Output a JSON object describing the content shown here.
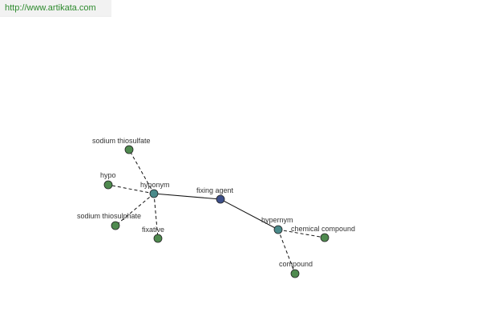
{
  "header": {
    "url": "http://www.artikata.com"
  },
  "colors": {
    "root_node": "#3d4f8a",
    "relation_node": "#4a8a8a",
    "leaf_node": "#4f8a4f"
  },
  "graph": {
    "root": "fixing agent",
    "relations": [
      {
        "label": "hyponym",
        "terms": [
          "sodium thiosulfate",
          "hypo",
          "sodium thiosulphate",
          "fixative"
        ]
      },
      {
        "label": "hypernym",
        "terms": [
          "chemical compound",
          "compound"
        ]
      }
    ]
  }
}
